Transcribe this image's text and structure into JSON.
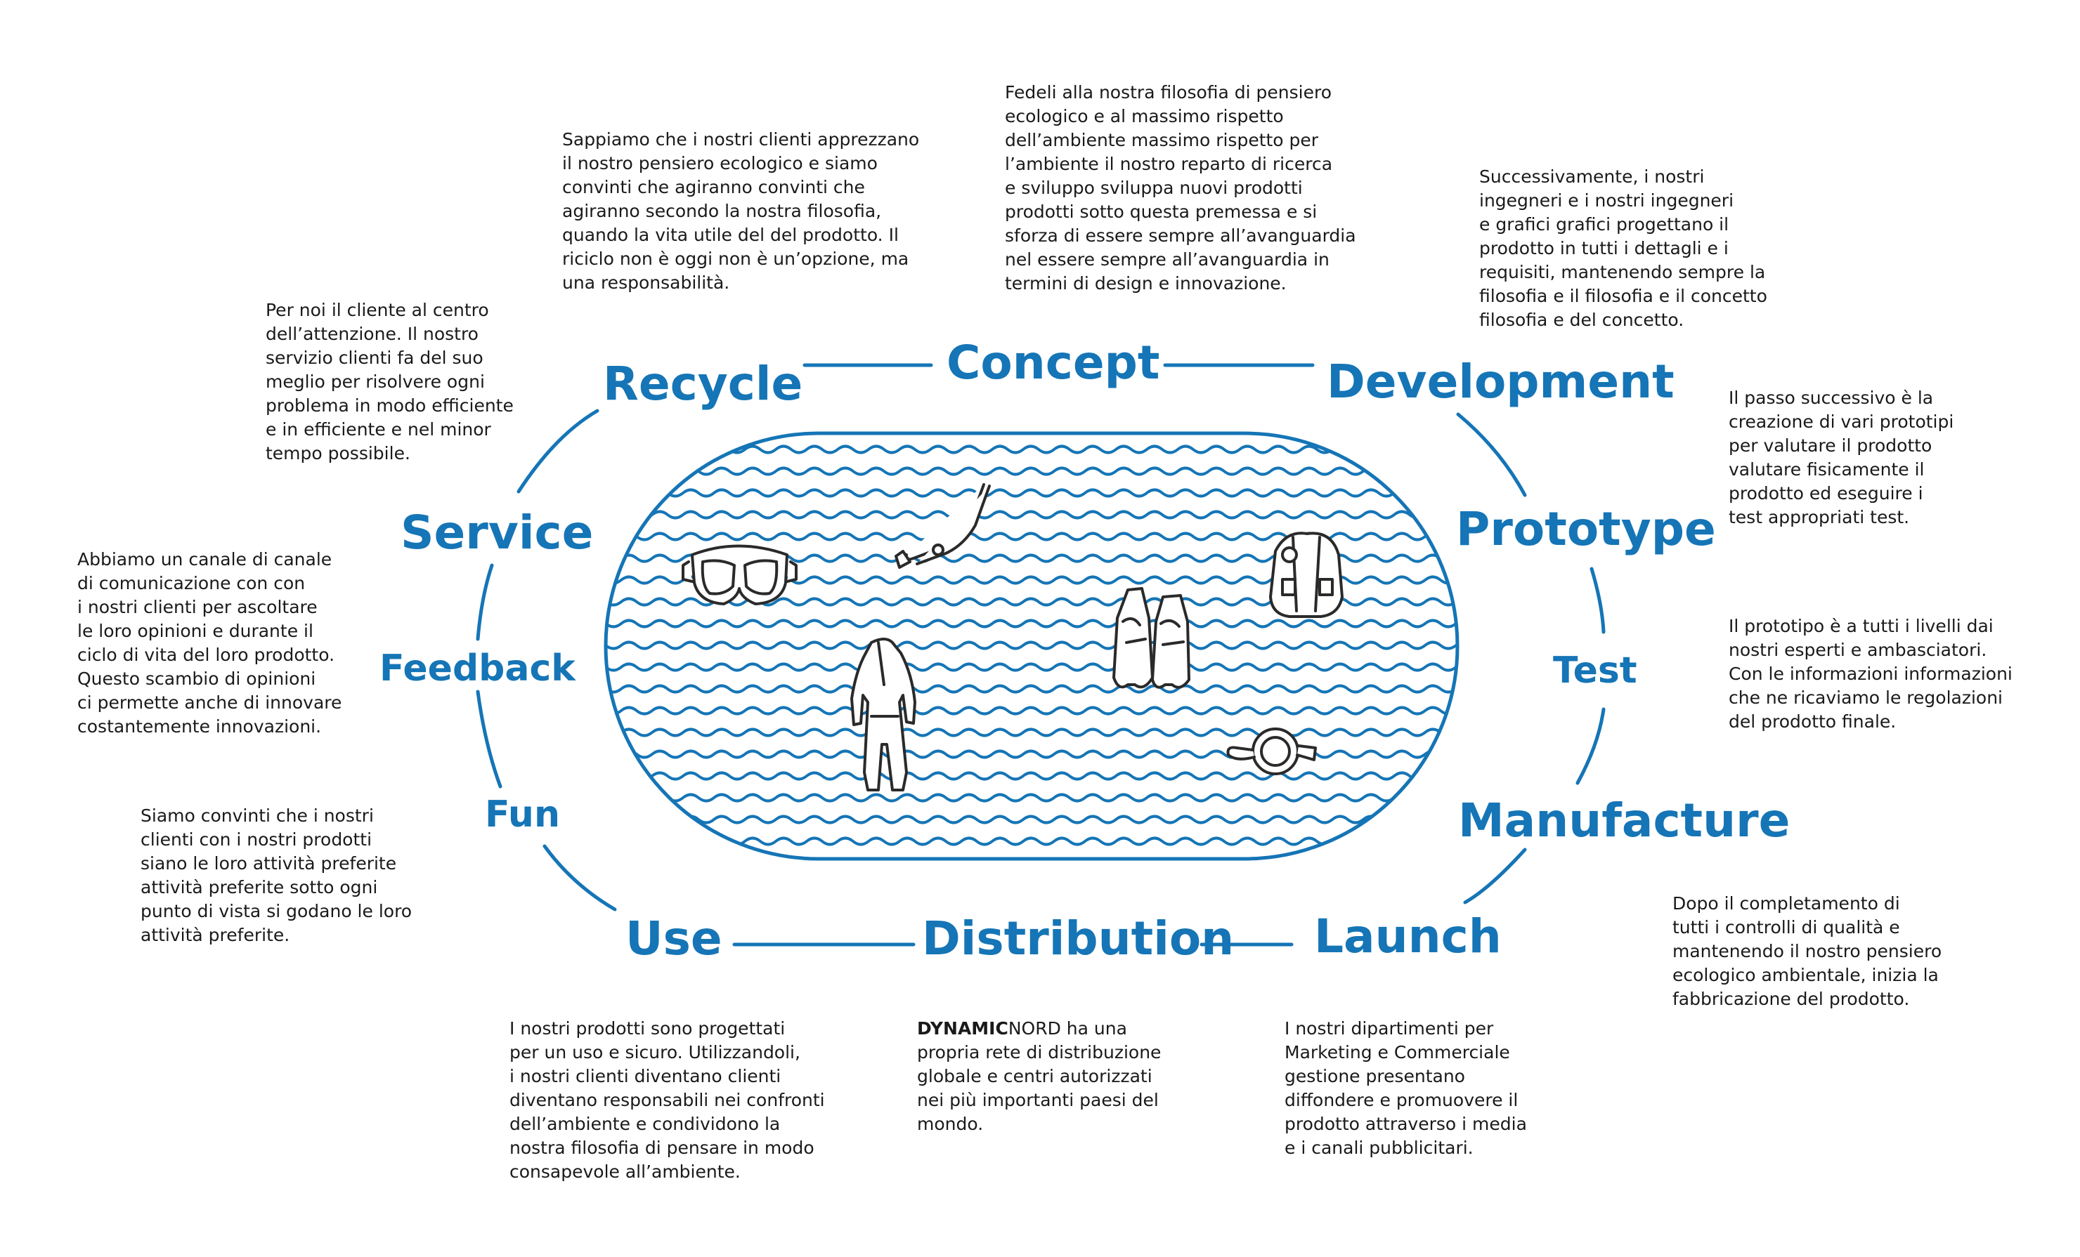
{
  "colors": {
    "accent": "#1575b6",
    "text": "#1a1a1a",
    "background": "#ffffff"
  },
  "stages": {
    "concept": "Concept",
    "development": "Development",
    "prototype": "Prototype",
    "test": "Test",
    "manufacture": "Manufacture",
    "launch": "Launch",
    "distribution": "Distribution",
    "use": "Use",
    "fun": "Fun",
    "feedback": "Feedback",
    "service": "Service",
    "recycle": "Recycle"
  },
  "descriptions": {
    "concept": "Fedeli alla nostra filosofia di pensiero\necologico e al massimo rispetto\ndell’ambiente massimo rispetto per\nl’ambiente il nostro reparto di ricerca\ne sviluppo sviluppa nuovi prodotti\nprodotti sotto questa premessa e si\nsforza di essere sempre all’avanguardia\nnel essere sempre all’avanguardia in\ntermini di design e innovazione.",
    "development": "Successivamente, i nostri\ningegneri e i nostri ingegneri\ne grafici grafici progettano il\nprodotto in tutti i dettagli e i\nrequisiti, mantenendo sempre la\nfilosofia e il filosofia e il concetto\nfilosofia e del concetto.",
    "prototype": "Il passo successivo è la\ncreazione di vari prototipi\nper valutare il prodotto\nvalutare fisicamente il\nprodotto ed eseguire i\ntest appropriati test.",
    "test": "Il prototipo è a tutti i livelli dai\nnostri esperti e ambasciatori.\nCon le informazioni informazioni\nche ne ricaviamo le regolazioni\ndel prodotto finale.",
    "manufacture": "Dopo il completamento di\ntutti i controlli di qualità e\nmantenendo il nostro pensiero\necologico ambientale, inizia la\nfabbricazione del prodotto.",
    "launch": "I nostri dipartimenti per\nMarketing e Commerciale\ngestione presentano\ndiffondere e promuovere il\nprodotto attraverso i media\ne i canali pubblicitari.",
    "distribution_brand_bold": "DYNAMIC",
    "distribution_brand_rest": "NORD",
    "distribution_text": " ha una\npropria rete di distribuzione\nglobale e centri autorizzati\nnei più importanti paesi del\nmondo.",
    "use": "I nostri prodotti sono progettati\nper un uso e sicuro. Utilizzandoli,\ni nostri clienti diventano clienti\ndiventano responsabili nei confronti\ndell’ambiente e condividono la\nnostra filosofia di pensare in modo\nconsapevole all’ambiente.",
    "fun": "Siamo convinti che i nostri\nclienti con i nostri prodotti\nsiano le loro attività preferite\nattività preferite sotto ogni\npunto di vista si godano le loro\nattività preferite.",
    "feedback": "Abbiamo un canale di canale\ndi comunicazione con con\ni nostri clienti per ascoltare\nle loro opinioni e durante il\nciclo di vita del loro prodotto.\nQuesto scambio di opinioni\nci permette anche di innovare\ncostantemente innovazioni.",
    "service": "Per noi il cliente al centro\ndell’attenzione. Il nostro\nservizio clienti fa del suo\nmeglio per risolvere ogni\nproblema in modo efficiente\ne in efficiente e nel minor\ntempo possibile.",
    "recycle": "Sappiamo che i nostri clienti apprezzano\nil nostro pensiero ecologico e siamo\nconvinti che agiranno convinti che\nagiranno secondo la nostra filosofia,\nquando la vita utile del del prodotto. Il\nriciclo non è oggi non è un’opzione, ma\nuna responsabilità."
  },
  "icons": [
    "dive-mask-icon",
    "snorkel-icon",
    "fins-icon",
    "wetsuit-icon",
    "bcd-vest-icon",
    "regulator-gauge-icon"
  ]
}
